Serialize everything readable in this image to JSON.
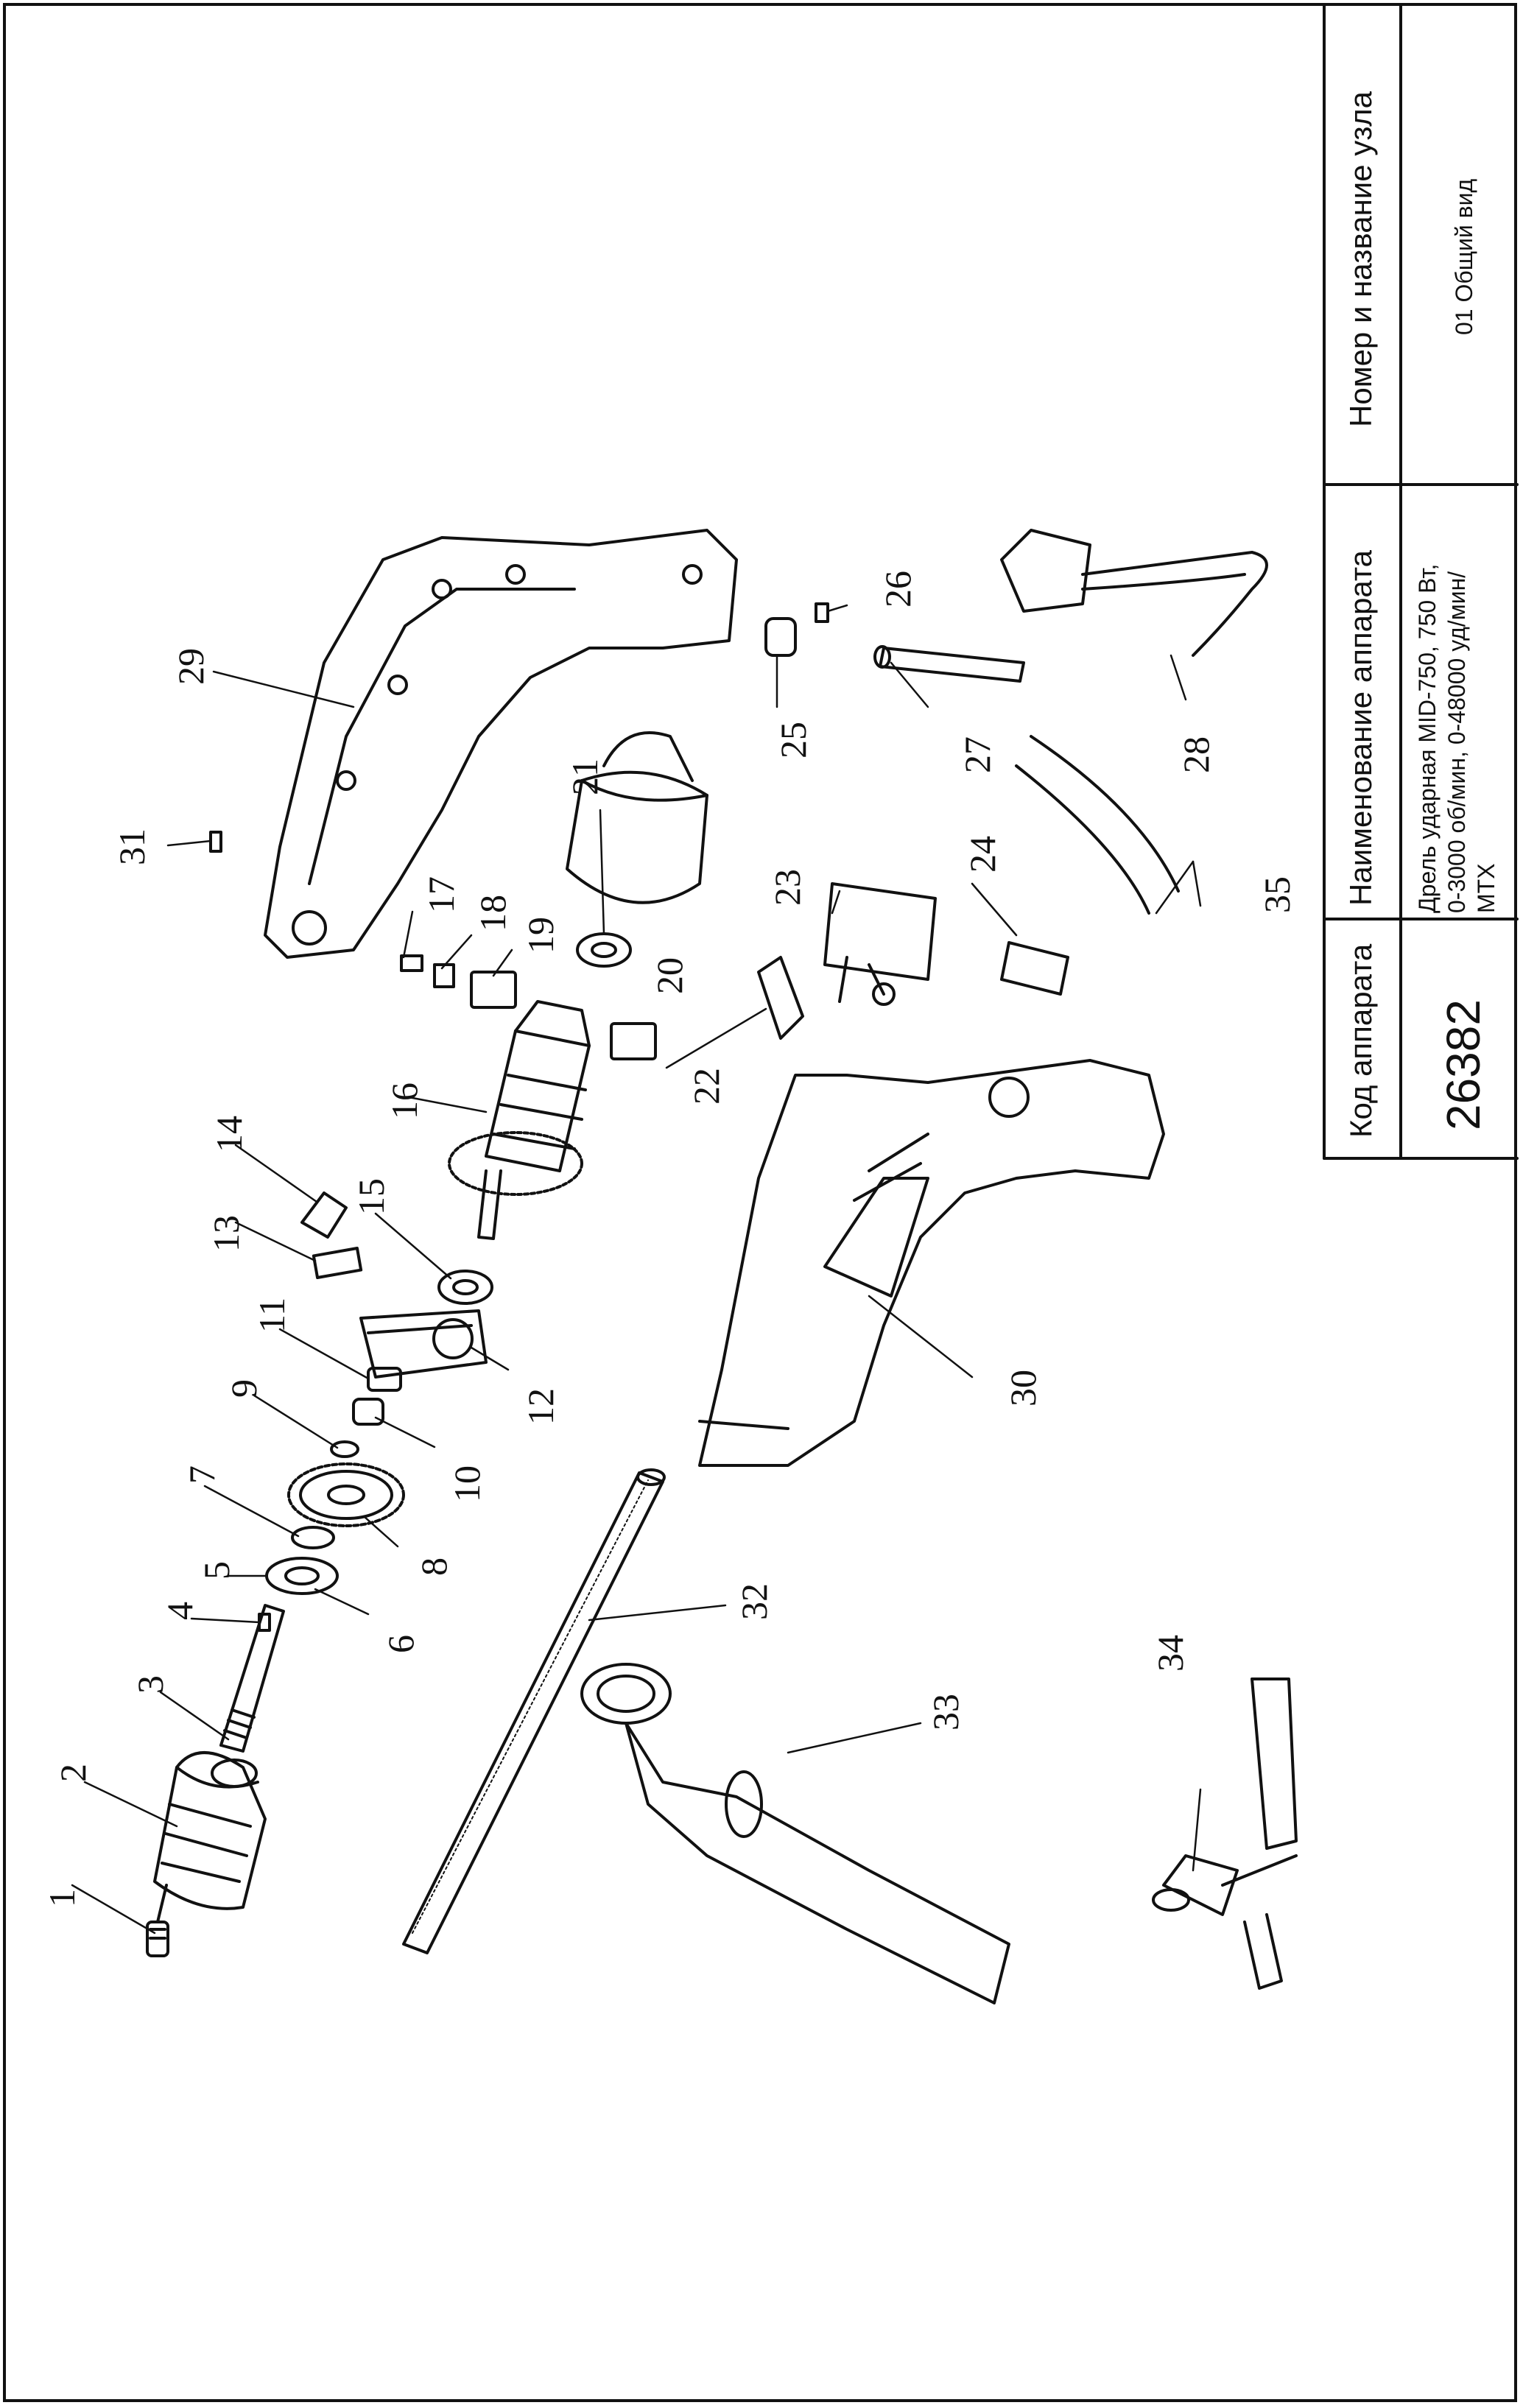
{
  "title_block": {
    "code_header": "Код аппарата",
    "code_value": "26382",
    "name_header": "Наименование аппарата",
    "name_value_line1": "Дрель ударная MID-750, 750 Вт,",
    "name_value_line2": "0-3000 об/мин, 0-48000 уд/мин/",
    "name_value_line3": "MTX",
    "unit_header": "Номер и название узла",
    "unit_value": "01 Общий вид"
  },
  "callouts": [
    "1",
    "2",
    "3",
    "4",
    "5",
    "6",
    "7",
    "8",
    "9",
    "10",
    "11",
    "12",
    "13",
    "14",
    "15",
    "16",
    "17",
    "18",
    "19",
    "20",
    "21",
    "22",
    "23",
    "24",
    "25",
    "26",
    "27",
    "28",
    "29",
    "30",
    "31",
    "32",
    "33",
    "34",
    "35"
  ],
  "colors": {
    "line": "#111111",
    "background": "#ffffff"
  }
}
